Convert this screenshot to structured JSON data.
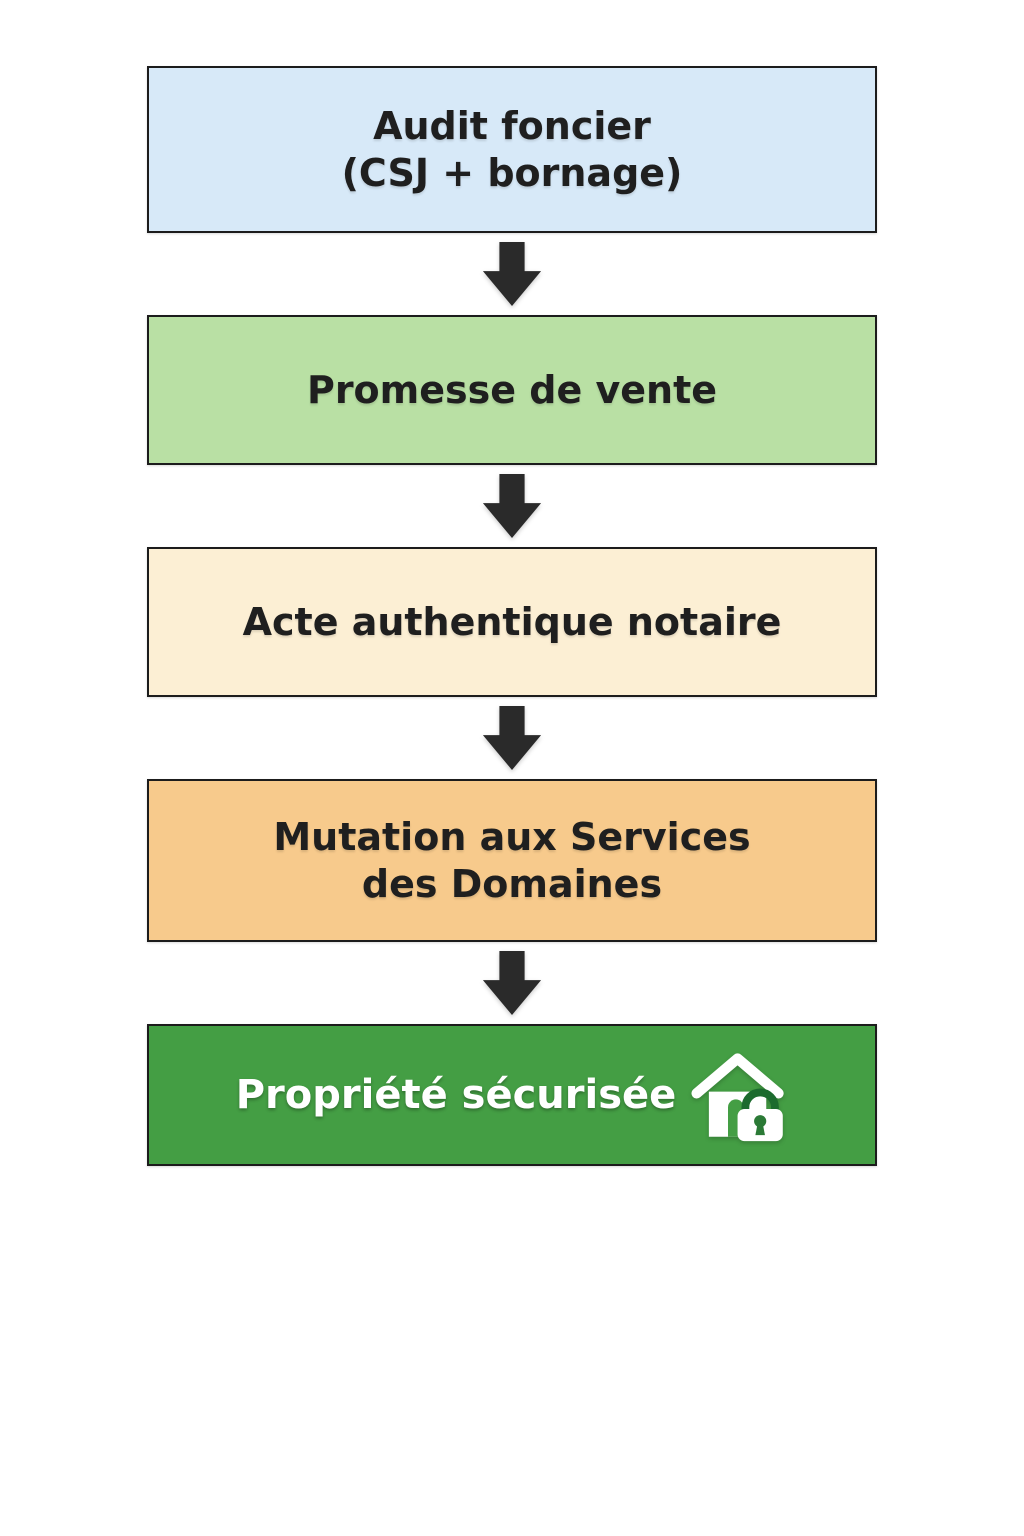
{
  "diagram": {
    "type": "flowchart-vertical",
    "steps": [
      {
        "label_line1": "Audit foncier",
        "label_line2": "(CSJ + bornage)",
        "bg_color": "#d7e9f8",
        "text_color": "#1f1f1f"
      },
      {
        "label_line1": "Promesse de vente",
        "label_line2": "",
        "bg_color": "#b9e0a4",
        "text_color": "#1f1f1f"
      },
      {
        "label_line1": "Acte authentique notaire",
        "label_line2": "",
        "bg_color": "#fcefd4",
        "text_color": "#1f1f1f"
      },
      {
        "label_line1": "Mutation aux Services",
        "label_line2": "des Domaines",
        "bg_color": "#f7ca8c",
        "text_color": "#1f1f1f"
      },
      {
        "label_line1": "Propriété sécurisée",
        "label_line2": "",
        "bg_color": "#449e44",
        "text_color": "#ffffff",
        "icon": "house-lock-icon"
      }
    ],
    "arrow_color": "#2a2a2a",
    "border_color": "#1c1c1c",
    "icon_colors": {
      "house_fill": "#ffffff",
      "shackle": "#1c6b2e",
      "keyhole": "#2b7a36"
    }
  }
}
